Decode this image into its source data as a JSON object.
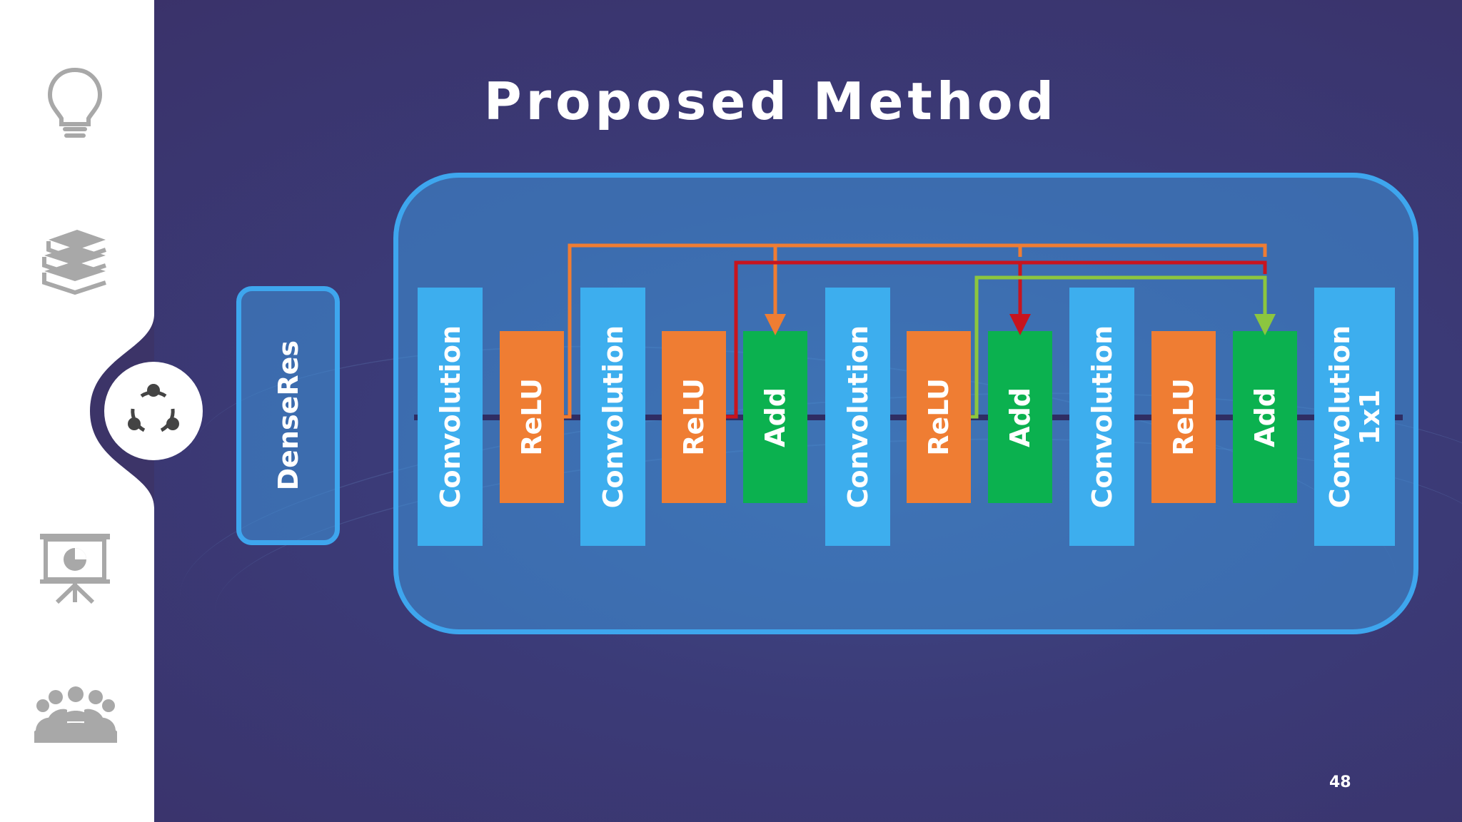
{
  "slide": {
    "title": "Proposed Method",
    "page_number": "48",
    "module_label": "DenseRes"
  },
  "sidebar": {
    "icons": [
      "lightbulb-icon",
      "books-icon",
      "cycle-icon",
      "presentation-icon",
      "group-icon"
    ],
    "active_icon": "cycle-icon"
  },
  "blocks": [
    {
      "type": "conv",
      "label": "Convolution"
    },
    {
      "type": "relu",
      "label": "ReLU"
    },
    {
      "type": "conv",
      "label": "Convolution"
    },
    {
      "type": "relu",
      "label": "ReLU"
    },
    {
      "type": "add",
      "label": "Add"
    },
    {
      "type": "conv",
      "label": "Convolution"
    },
    {
      "type": "relu",
      "label": "ReLU"
    },
    {
      "type": "add",
      "label": "Add"
    },
    {
      "type": "conv",
      "label": "Convolution"
    },
    {
      "type": "relu",
      "label": "ReLU"
    },
    {
      "type": "add",
      "label": "Add"
    },
    {
      "type": "conv",
      "label": "Convolution\n1x1"
    }
  ],
  "colors": {
    "convolution": "#3daeee",
    "relu": "#ef7d33",
    "add": "#0bb14f",
    "skip_orange": "#ef7d33",
    "skip_red": "#c8141e",
    "skip_green": "#8cc63f",
    "frame": "#3ea6ee"
  }
}
